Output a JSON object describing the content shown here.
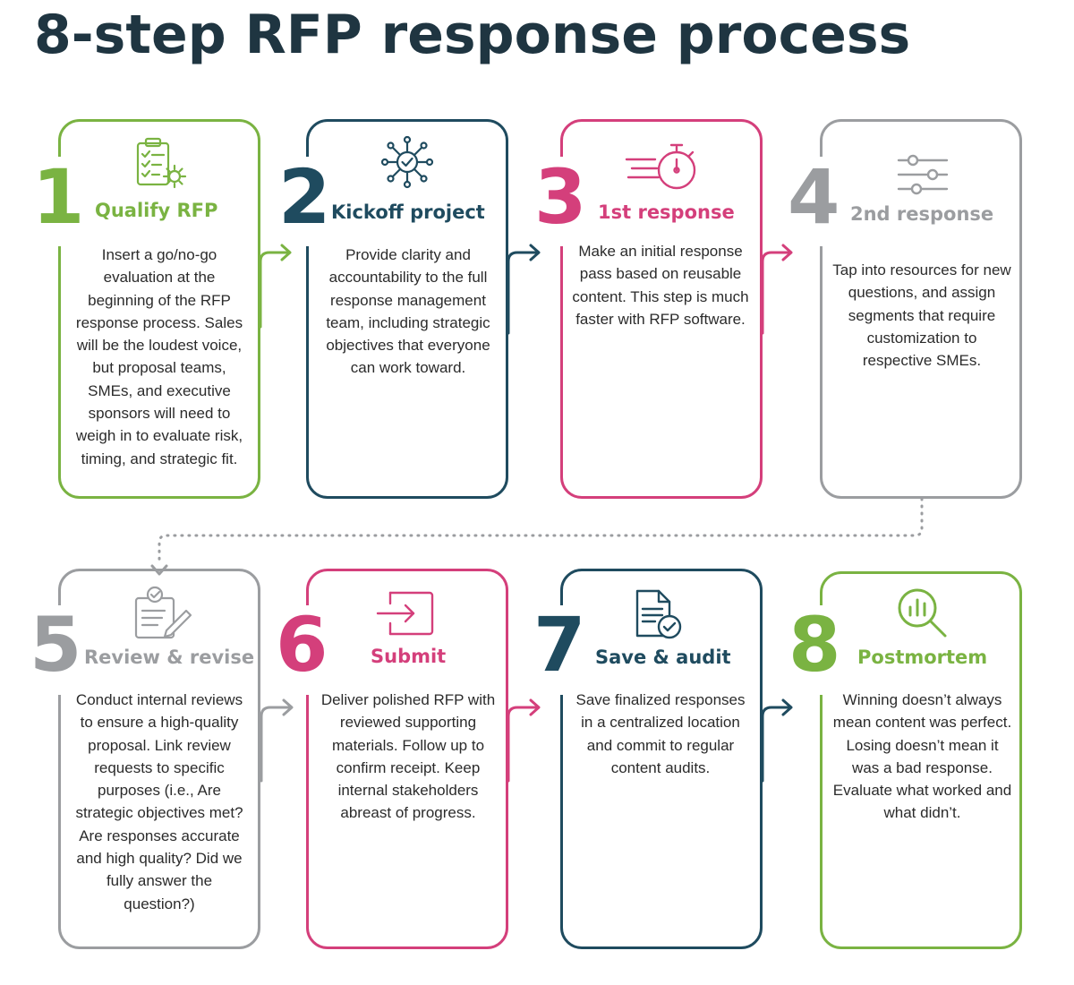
{
  "title": "8-step RFP response process",
  "colors": {
    "green": "#7ab342",
    "navy": "#1f4b5f",
    "magenta": "#d43f7b",
    "gray": "#9b9da0",
    "title": "#1f3541"
  },
  "steps": [
    {
      "number": "1",
      "title": "Qualify RFP",
      "color": "green",
      "icon": "clipboard-gear-icon",
      "description": "Insert a go/no-go evaluation at the beginning of the RFP response process. Sales will be the loudest voice, but proposal teams, SMEs, and executive sponsors will need to weigh in to evaluate risk, timing, and strategic fit."
    },
    {
      "number": "2",
      "title": "Kickoff project",
      "color": "navy",
      "icon": "network-check-icon",
      "description": "Provide clarity and accountability to the full response management team, including strategic objectives that everyone can work toward."
    },
    {
      "number": "3",
      "title": "1st response",
      "color": "magenta",
      "icon": "stopwatch-speed-icon",
      "description": "Make an initial response pass based on reusable content. This step is much faster with RFP software."
    },
    {
      "number": "4",
      "title": "2nd response",
      "color": "gray",
      "icon": "sliders-icon",
      "description": "Tap into resources for new questions, and assign segments that require customization to respective SMEs."
    },
    {
      "number": "5",
      "title": "Review & revise",
      "color": "gray",
      "icon": "clipboard-pencil-icon",
      "description": "Conduct internal reviews to ensure a high-quality proposal. Link review requests to specific purposes (i.e., Are strategic objectives met? Are responses accurate and high quality? Did we fully answer the question?)"
    },
    {
      "number": "6",
      "title": "Submit",
      "color": "magenta",
      "icon": "submit-arrow-icon",
      "description": "Deliver polished RFP with reviewed supporting materials. Follow up to confirm receipt. Keep internal stakeholders abreast of progress."
    },
    {
      "number": "7",
      "title": "Save & audit",
      "color": "navy",
      "icon": "document-check-icon",
      "description": "Save finalized responses in a centralized location and commit to regular content audits."
    },
    {
      "number": "8",
      "title": "Postmortem",
      "color": "green",
      "icon": "magnifier-chart-icon",
      "description": "Winning doesn’t always mean content was perfect. Losing doesn’t mean it was a bad response. Evaluate what worked and what didn’t."
    }
  ]
}
